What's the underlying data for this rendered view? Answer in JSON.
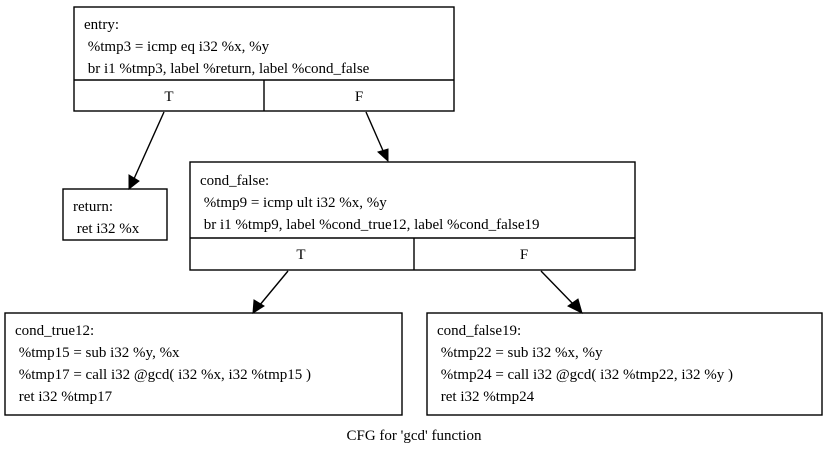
{
  "graph": {
    "caption": "CFG for 'gcd' function",
    "background": "#ffffff",
    "line_color": "#000000",
    "nodes": [
      {
        "id": "entry",
        "lines": [
          "entry:",
          " %tmp3 = icmp eq i32 %x, %y",
          " br i1 %tmp3, label %return, label %cond_false"
        ],
        "ports": [
          {
            "id": "entry-true",
            "label": "T"
          },
          {
            "id": "entry-false",
            "label": "F"
          }
        ]
      },
      {
        "id": "return",
        "lines": [
          "return:",
          " ret i32 %x"
        ],
        "ports": []
      },
      {
        "id": "cond_false",
        "lines": [
          "cond_false:",
          " %tmp9 = icmp ult i32 %x, %y",
          " br i1 %tmp9, label %cond_true12, label %cond_false19"
        ],
        "ports": [
          {
            "id": "cond_false-true",
            "label": "T"
          },
          {
            "id": "cond_false-false",
            "label": "F"
          }
        ]
      },
      {
        "id": "cond_true12",
        "lines": [
          "cond_true12:",
          " %tmp15 = sub i32 %y, %x",
          " %tmp17 = call i32 @gcd( i32 %x, i32 %tmp15 )",
          " ret i32 %tmp17"
        ],
        "ports": []
      },
      {
        "id": "cond_false19",
        "lines": [
          "cond_false19:",
          " %tmp22 = sub i32 %x, %y",
          " %tmp24 = call i32 @gcd( i32 %tmp22, i32 %y )",
          " ret i32 %tmp24"
        ],
        "ports": []
      }
    ],
    "edges": [
      {
        "id": "edge-entry-true-return",
        "from": "entry-true",
        "to": "return"
      },
      {
        "id": "edge-entry-false-cond_false",
        "from": "entry-false",
        "to": "cond_false"
      },
      {
        "id": "edge-cond_false-true-cond_true12",
        "from": "cond_false-true",
        "to": "cond_true12"
      },
      {
        "id": "edge-cond_false-false-cond_false19",
        "from": "cond_false-false",
        "to": "cond_false19"
      }
    ]
  }
}
